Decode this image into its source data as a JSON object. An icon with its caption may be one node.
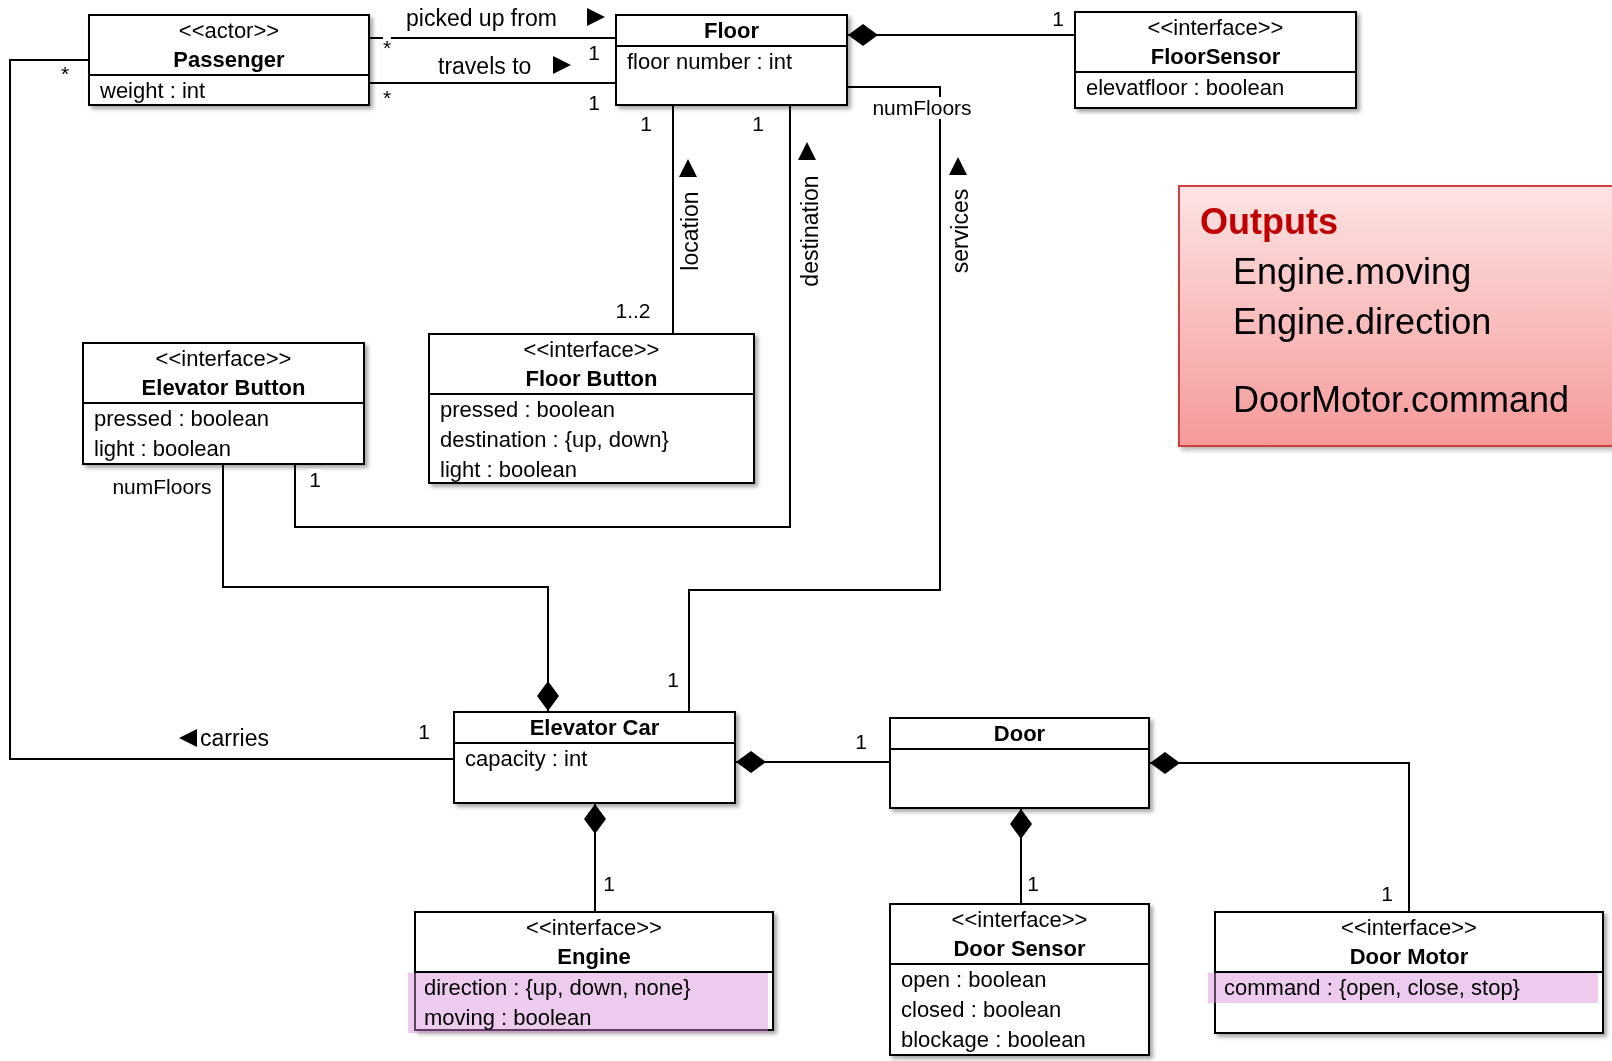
{
  "diagram": {
    "nodes": [
      {
        "text": [
          "<<actor>>",
          "Passenger",
          "weight : int"
        ]
      },
      {
        "text": [
          "Floor",
          "floor number  : int"
        ]
      },
      {
        "text": [
          "<<interface>>",
          "FloorSensor",
          "elevatfloor : boolean"
        ]
      },
      {
        "text": [
          "Outputs",
          "Engine.moving",
          "Engine.direction",
          "DoorMotor.command"
        ]
      },
      {
        "text": [
          "<<interface>>",
          "Elevator Button",
          "pressed : boolean",
          "light : boolean"
        ]
      },
      {
        "text": [
          "<<interface>>",
          "Floor Button",
          "pressed : boolean",
          "destination : {up, down}",
          "light : boolean"
        ]
      },
      {
        "text": [
          "Elevator Car",
          "capacity : int"
        ]
      },
      {
        "text": [
          "Door"
        ]
      },
      {
        "text": [
          "<<interface>>",
          "Engine",
          "direction : {up, down, none}",
          "moving : boolean"
        ]
      },
      {
        "text": [
          "<<interface>>",
          "Door Sensor",
          "open : boolean",
          "closed : boolean",
          "blockage : boolean"
        ]
      },
      {
        "text": [
          "<<interface>>",
          "Door Motor",
          "command : {open, close, stop}"
        ]
      }
    ],
    "edges": [
      {
        "from": 0,
        "to": 1,
        "arrow": "none",
        "label": "picked up from"
      },
      {
        "from": 0,
        "to": 1,
        "arrow": "none",
        "label": "travels to"
      },
      {
        "from": 1,
        "to": 2,
        "arrow": "other"
      },
      {
        "from": 1,
        "to": 5,
        "arrow": "none",
        "label": "location"
      },
      {
        "from": 1,
        "to": 4,
        "arrow": "none",
        "label": "destination"
      },
      {
        "from": 1,
        "to": 6,
        "arrow": "none",
        "label": "services"
      },
      {
        "from": 6,
        "to": 4,
        "arrow": "other"
      },
      {
        "from": 0,
        "to": 6,
        "arrow": "none",
        "label": "carries"
      },
      {
        "from": 6,
        "to": 7,
        "arrow": "other"
      },
      {
        "from": 6,
        "to": 8,
        "arrow": "other"
      },
      {
        "from": 7,
        "to": 9,
        "arrow": "other"
      },
      {
        "from": 7,
        "to": 10,
        "arrow": "other"
      }
    ],
    "labels": [
      "1",
      "*",
      "1",
      "*",
      "*",
      "1",
      "1",
      "1",
      "numFloors",
      "1..2",
      "numFloors",
      "1",
      "1",
      "1",
      "1",
      "1",
      "1",
      "1"
    ]
  }
}
